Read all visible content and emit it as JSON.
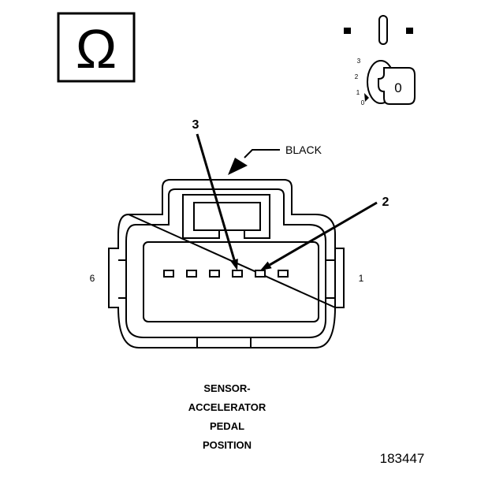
{
  "omega_symbol": "Ω",
  "key_switch": {
    "positions": [
      "3",
      "2",
      "1",
      "0"
    ],
    "key_label": "0"
  },
  "connector": {
    "color_label": "BLACK",
    "pin_count": 6,
    "end_pin_left": "6",
    "end_pin_right": "1",
    "callouts": [
      {
        "label": "3",
        "pin": 3
      },
      {
        "label": "2",
        "pin": 2
      }
    ]
  },
  "caption": [
    "SENSOR-",
    "ACCELERATOR",
    "PEDAL",
    "POSITION"
  ],
  "figure_number": "183447"
}
